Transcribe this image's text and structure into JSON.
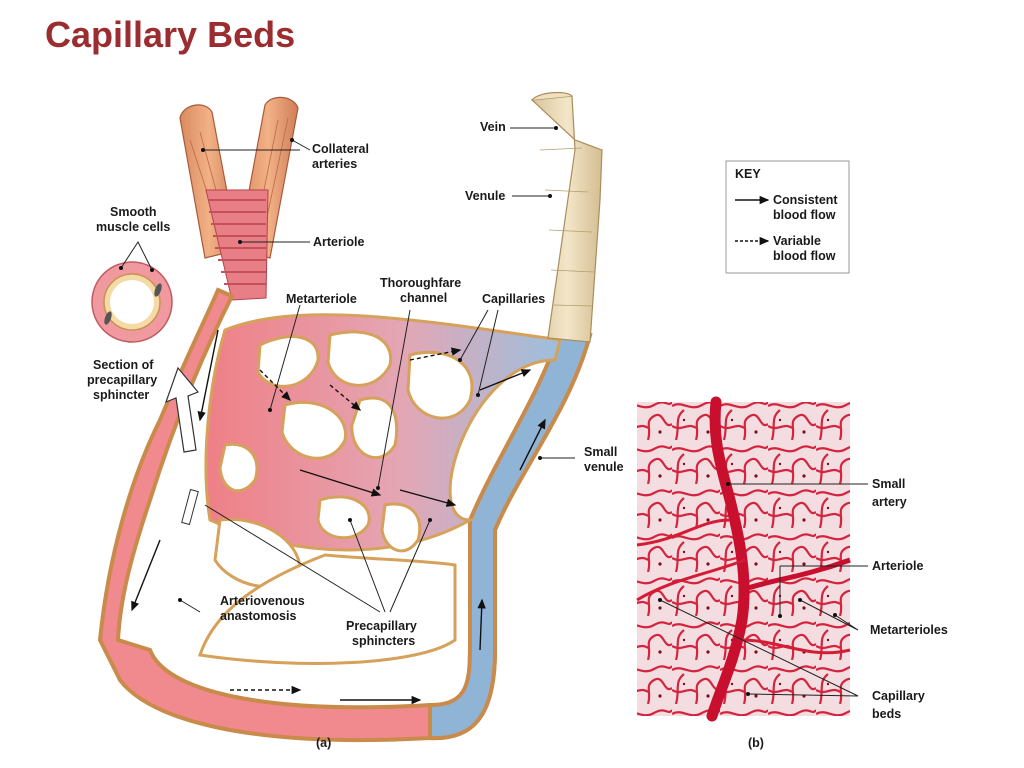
{
  "title": "Capillary Beds",
  "key": {
    "heading": "KEY",
    "items": [
      {
        "line1": "Consistent",
        "line2": "blood flow",
        "style": "solid"
      },
      {
        "line1": "Variable",
        "line2": "blood flow",
        "style": "dashed"
      }
    ]
  },
  "labels_a": {
    "collateral_arteries": [
      "Collateral",
      "arteries"
    ],
    "smooth_muscle_cells": [
      "Smooth",
      "muscle cells"
    ],
    "arteriole": "Arteriole",
    "metarteriole": "Metarteriole",
    "thoroughfare_channel": [
      "Thoroughfare",
      "channel"
    ],
    "capillaries": "Capillaries",
    "vein": "Vein",
    "venule": "Venule",
    "section_precapillary_sphincter": [
      "Section of",
      "precapillary",
      "sphincter"
    ],
    "small_venule": [
      "Small",
      "venule"
    ],
    "arteriovenous_anastomosis": [
      "Arteriovenous",
      "anastomosis"
    ],
    "precapillary_sphincters": [
      "Precapillary",
      "sphincters"
    ]
  },
  "labels_b": {
    "small_artery": [
      "Small",
      "artery"
    ],
    "arteriole": "Arteriole",
    "metarterioles": "Metarterioles",
    "capillary_beds": [
      "Capillary",
      "beds"
    ]
  },
  "panel_a_caption": "(a)",
  "panel_b_caption": "(b)",
  "colors": {
    "title": "#9b2d30",
    "artery": "#e9727a",
    "artery_wall": "#f2c68e",
    "vein": "#8fb4d6",
    "vein_wall": "#e8d8b8",
    "micrograph_bg": "#f6e4e6",
    "micrograph_vessel": "#c8102e"
  }
}
